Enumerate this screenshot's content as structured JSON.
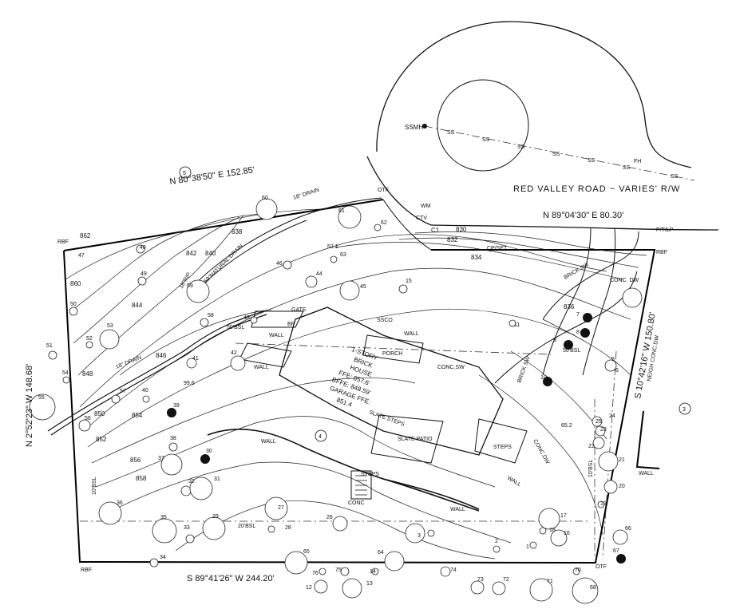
{
  "road": {
    "name": "RED VALLEY ROAD ~ VARIES' R/W",
    "bearing": "N 89°04'30\" E  80.30'"
  },
  "bearings": {
    "north": "N 80°38'50\" E  152.85'",
    "west": "N 2°52'23\" W  148.68'",
    "south": "S 89°41'26\" W  244.20'",
    "east": "S 10°42'16\" W  150.80'"
  },
  "house": {
    "l1": "1-STORY",
    "l2": "BRICK",
    "l3": "HOUSE",
    "l4": "FFE: 857.6'",
    "l5": "BFFE: 848.59'",
    "l6": "GARAGE FFE:",
    "l7": "851.4"
  },
  "labels": {
    "ssmh": "SSMH",
    "wm": "WM",
    "ctv": "CTV",
    "fh": "FH",
    "ptlp": "P/T/LP",
    "cpset": "CP/SET",
    "c1": "C1",
    "otf1": "OTF",
    "otf2": "OTF",
    "rbf1": "RBF",
    "rbf2": "RBF",
    "rbf3": "RBF",
    "drain1": "18\" DRAIN",
    "drain2": "18\" DRAIN",
    "natural": "59\"NATURAL DRAIN",
    "rip": "18\"RIP",
    "gate": "GATE",
    "wall1": "WALL",
    "wall2": "WALL",
    "wall3": "WALL",
    "wall4": "WALL",
    "wall5": "WALL",
    "wall6": "WALL",
    "wall7": "WALL",
    "porch": "PORCH",
    "ssco": "SSCO",
    "bp": "BP",
    "concsw": "CONC.SW",
    "bricksw": "BRICK SW",
    "bricksw2": "BRICK SW",
    "concdw": "CONC. DW",
    "concdw2": "CONC.DW",
    "neighdw": "NEIGH CONC.DW",
    "slatesteps": "SLATE STEPS",
    "slatepatio": "SLATE PATIO",
    "steps1": "STEPS",
    "steps2": "STEPS",
    "conc": "CONC",
    "bsl1": "50'BSL",
    "bsl2": "50'BSL",
    "bsl3": "10'BSL",
    "bsl4": "10'BSL",
    "bsl5": "20'BSL",
    "spot1": "99.6",
    "spot2": "52.1",
    "spot3": "65.2",
    "ss": "SS"
  },
  "lots": [
    "5",
    "3",
    "4"
  ],
  "contours": [
    "862",
    "860",
    "858",
    "856",
    "854",
    "852",
    "850",
    "848",
    "846",
    "844",
    "842",
    "840",
    "838",
    "836",
    "834",
    "832",
    "830"
  ],
  "trees": [
    "47",
    "48",
    "49",
    "50",
    "51",
    "52",
    "53",
    "54",
    "55",
    "56",
    "57",
    "58",
    "59",
    "60",
    "61",
    "62",
    "63",
    "44",
    "45",
    "46",
    "15",
    "11",
    "10",
    "9",
    "8",
    "7",
    "6",
    "5",
    "41",
    "42",
    "43",
    "40",
    "39",
    "38",
    "37",
    "36",
    "35",
    "34",
    "33",
    "32",
    "31",
    "30",
    "29",
    "28",
    "27",
    "26",
    "25",
    "24",
    "23",
    "22",
    "21",
    "20",
    "19",
    "18",
    "17",
    "16",
    "14",
    "13",
    "12",
    "1",
    "2",
    "3",
    "64",
    "65",
    "66",
    "67",
    "68",
    "70",
    "71",
    "72",
    "73",
    "74",
    "75",
    "76"
  ]
}
